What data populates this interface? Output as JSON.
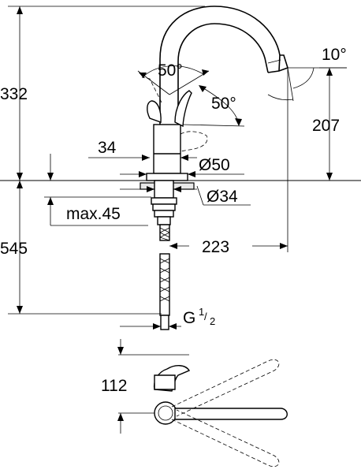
{
  "dimensions": {
    "height_upper": "332",
    "angle_swivel": "50°",
    "angle_lever": "50°",
    "angle_tilt": "10°",
    "spout_height": "207",
    "body_width": "34",
    "base_diameter": "Ø50",
    "hole_diameter": "Ø34",
    "max_thickness": "max.45",
    "height_lower": "545",
    "spout_reach": "223",
    "connection": "G",
    "connection_fraction_num": "1",
    "connection_fraction_den": "2",
    "lever_depth": "112"
  }
}
